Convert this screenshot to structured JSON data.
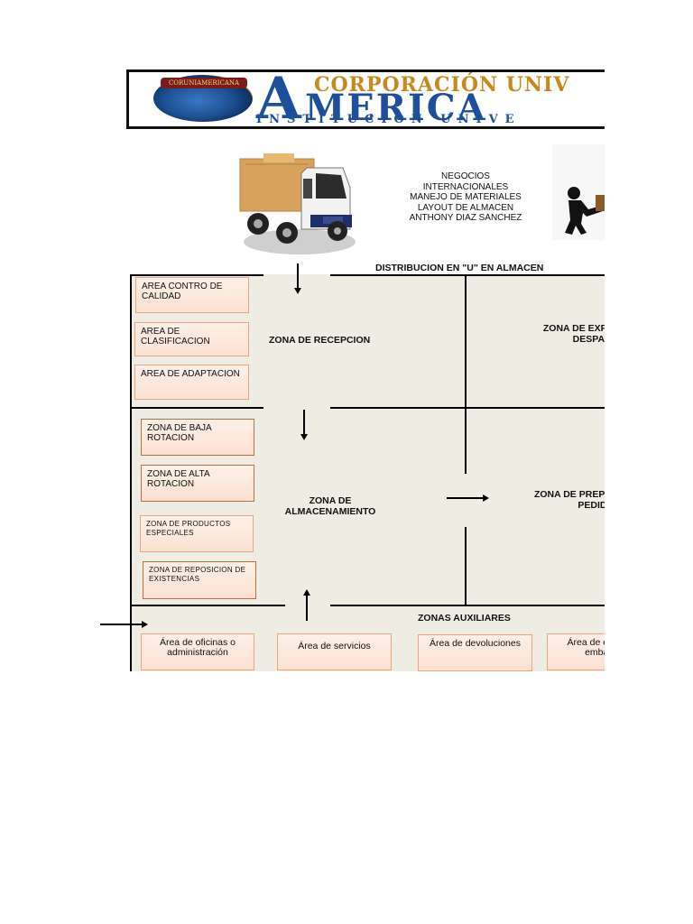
{
  "header": {
    "logo_band": "CORUNIAMERICANA",
    "corp": "CORPORACIÓN UNIV",
    "big_a": "A",
    "merica": "MERICA",
    "inst": "INSTITUCIÓN UNIVE"
  },
  "info": {
    "lines": [
      "NEGOCIOS",
      "INTERNACIONALES",
      "MANEJO DE MATERIALES",
      "LAYOUT DE ALMACEN",
      "ANTHONY DIAZ SANCHEZ"
    ]
  },
  "layout": {
    "title": "DISTRIBUCION EN \"U\" EN ALMACEN",
    "reception_boxes": [
      "AREA CONTRO DE CALIDAD",
      "AREA DE CLASIFICACION",
      "AREA DE ADAPTACION"
    ],
    "zona_recepcion": "ZONA DE RECEPCION",
    "zona_expedicion": "ZONA DE EXPEDICION Y DESPACHO",
    "storage_boxes": [
      "ZONA DE BAJA ROTACION",
      "ZONA DE ALTA ROTACION",
      "ZONA DE PRODUCTOS ESPECIALES",
      "ZONA DE REPOSICION DE EXISTENCIAS"
    ],
    "zona_almacenamiento": "ZONA DE ALMACENAMIENTO",
    "zona_preparacion": "ZONA DE PREPARACION DE PEDIDOS",
    "zonas_auxiliares": "ZONAS AUXILIARES",
    "aux_boxes": [
      "Área de oficinas o administración",
      "Área de servicios",
      "Área de devoluciones",
      "Área de envases y embalajes"
    ]
  }
}
